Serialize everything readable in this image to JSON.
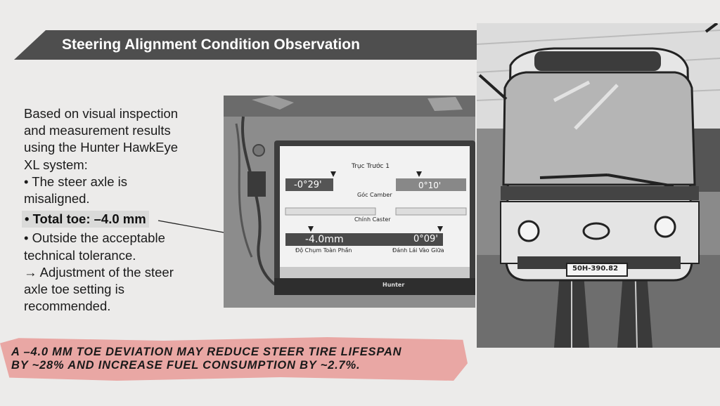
{
  "title": "Steering Alignment Condition Observation",
  "body_lines": [
    "Based on visual inspection",
    "and measurement results",
    "using the Hunter HawkEye",
    "XL system:",
    "• The steer axle is",
    "misaligned.",
    "• Total toe: –4.0 mm",
    "• Outside the acceptable",
    "technical tolerance.",
    "→ Adjustment of the steer",
    "axle toe setting is",
    "recommended."
  ],
  "alert_lines": [
    "A –4.0 mm toe deviation may reduce steer tire lifespan",
    "by ~28% and increase fuel consumption by ~2.7%."
  ],
  "screen": {
    "header": "Trục Trước 1",
    "camber_value": "-0°29'",
    "camber_label": "Góc Camber",
    "camber_value_right": "0°10'",
    "caster_label": "Chính Caster",
    "toe_value": "-4.0mm",
    "toe_label": "Độ Chụm Toàn Phần",
    "thrust_value": "0°09'",
    "thrust_label": "Đánh Lái Vào Giữa",
    "brand": "Hunter"
  },
  "plate": "50H-390.82",
  "colors": {
    "banner": "#4e4e4e",
    "alert": "#e9a7a4",
    "background": "#ecebea"
  }
}
